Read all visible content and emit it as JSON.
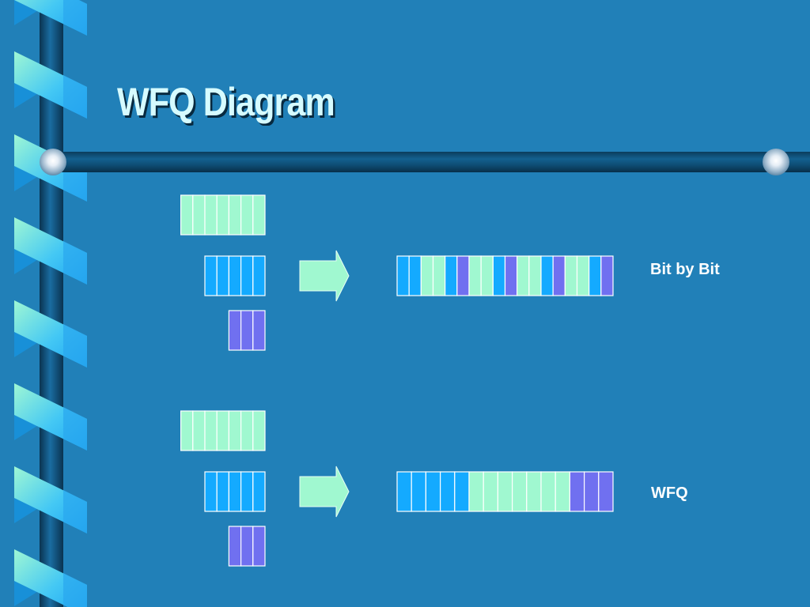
{
  "slide": {
    "title": "WFQ Diagram",
    "labels": {
      "bit_by_bit": "Bit by Bit",
      "wfq": "WFQ"
    }
  },
  "colors": {
    "background": "#2180b8",
    "flow_green": "#a0f8d0",
    "flow_blue": "#14aaff",
    "flow_purple": "#7070f0",
    "arrow": "#a0f8d0",
    "cell_border": "#ffffff"
  },
  "diagram": {
    "flows": [
      {
        "name": "flow-green",
        "color_key": "flow_green",
        "packet_bits": 7
      },
      {
        "name": "flow-blue",
        "color_key": "flow_blue",
        "packet_bits": 5
      },
      {
        "name": "flow-purple",
        "color_key": "flow_purple",
        "packet_bits": 3
      }
    ],
    "bit_by_bit_output": [
      "blue",
      "blue",
      "green",
      "green",
      "blue",
      "purple",
      "green",
      "green",
      "blue",
      "purple",
      "green",
      "green",
      "blue",
      "purple",
      "green",
      "green",
      "blue",
      "purple"
    ],
    "wfq_output": [
      "blue",
      "blue",
      "blue",
      "blue",
      "blue",
      "green",
      "green",
      "green",
      "green",
      "green",
      "green",
      "green",
      "purple",
      "purple",
      "purple"
    ]
  }
}
